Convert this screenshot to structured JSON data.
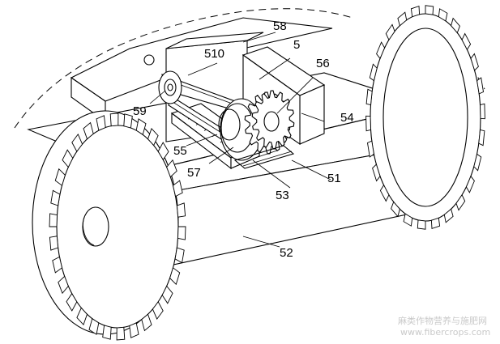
{
  "labels": {
    "l58": "58",
    "l510": "510",
    "l5": "5",
    "l56": "56",
    "l59": "59",
    "l54": "54",
    "l55": "55",
    "l57": "57",
    "l51": "51",
    "l53": "53",
    "l52": "52"
  },
  "watermark": {
    "line1": "麻类作物营养与施肥网",
    "line2": "www.fibercrops.com"
  }
}
